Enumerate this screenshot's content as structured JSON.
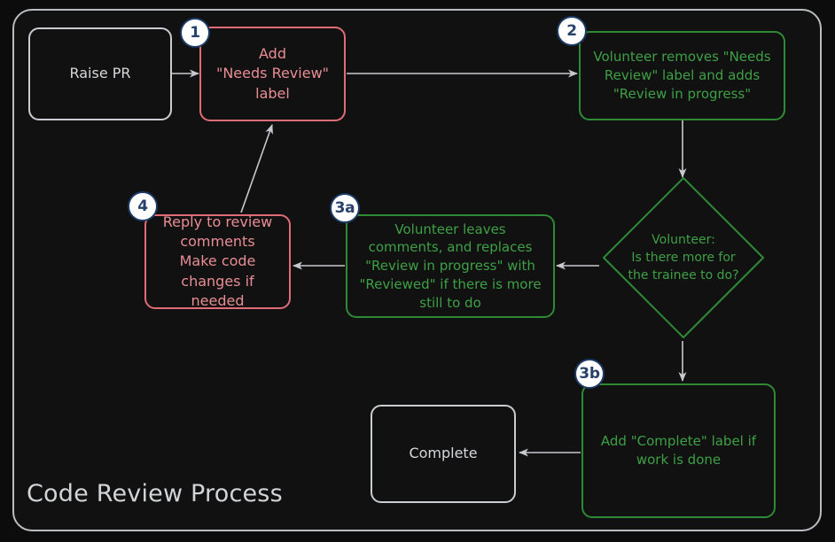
{
  "diagram": {
    "title": "Code Review Process",
    "colors": {
      "page_background": "#0c0c0d",
      "frame_border": "#b9bcc0",
      "neutral": "#c9ccd0",
      "red": "#e06c75",
      "green": "#2f8a36",
      "badge_fill": "#ffffff",
      "badge_border": "#1b3a66",
      "edge": "#c7c9cc"
    },
    "nodes": [
      {
        "id": "raise-pr",
        "label": "Raise PR",
        "style": "neutral",
        "badge": null
      },
      {
        "id": "add-label",
        "label": "Add\n\"Needs Review\"\nlabel",
        "style": "red",
        "badge": "1"
      },
      {
        "id": "volunteer-removes",
        "label": "Volunteer removes \"Needs Review\" label and adds \"Review in progress\"",
        "style": "green",
        "badge": "2"
      },
      {
        "id": "decision",
        "label": "Volunteer:\nIs there more for\nthe trainee to do?",
        "style": "green-diamond",
        "badge": null
      },
      {
        "id": "leaves-comments",
        "label": "Volunteer leaves comments, and replaces \"Review in progress\" with \"Reviewed\" if there is more still to do",
        "style": "green",
        "badge": "3a"
      },
      {
        "id": "reply-to-review",
        "label": "Reply to review comments\nMake code changes if needed",
        "style": "red",
        "badge": "4"
      },
      {
        "id": "add-complete",
        "label": "Add \"Complete\" label if work is done",
        "style": "green",
        "badge": "3b"
      },
      {
        "id": "complete",
        "label": "Complete",
        "style": "neutral",
        "badge": null
      }
    ],
    "edges": [
      {
        "from": "raise-pr",
        "to": "add-label",
        "label": ""
      },
      {
        "from": "add-label",
        "to": "volunteer-removes",
        "label": ""
      },
      {
        "from": "volunteer-removes",
        "to": "decision",
        "label": ""
      },
      {
        "from": "decision",
        "to": "leaves-comments",
        "label": ""
      },
      {
        "from": "decision",
        "to": "add-complete",
        "label": ""
      },
      {
        "from": "leaves-comments",
        "to": "reply-to-review",
        "label": ""
      },
      {
        "from": "reply-to-review",
        "to": "add-label",
        "label": ""
      },
      {
        "from": "add-complete",
        "to": "complete",
        "label": ""
      }
    ],
    "badges": {
      "one": "1",
      "two": "2",
      "three_a": "3a",
      "three_b": "3b",
      "four": "4"
    }
  }
}
